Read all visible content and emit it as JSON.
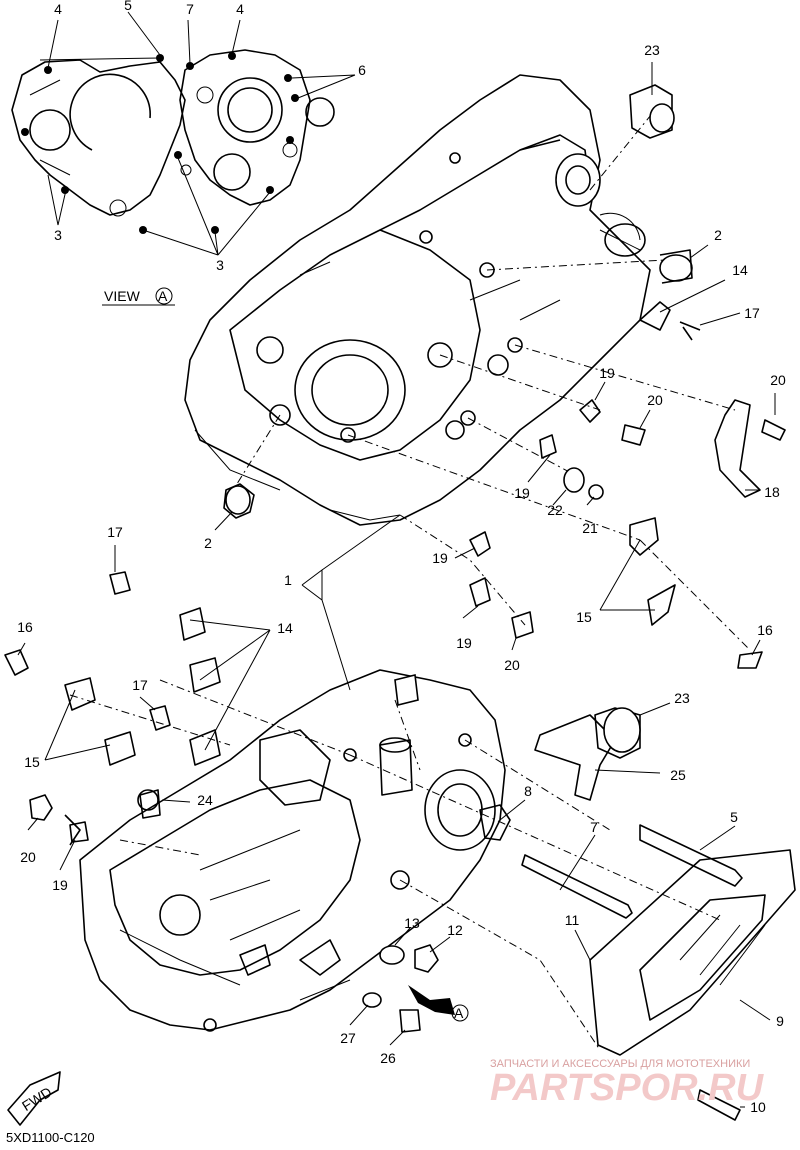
{
  "diagram": {
    "code": "5XD1100-C120",
    "view_label": "VIEW",
    "view_symbol": "A",
    "arrow_symbol": "A",
    "fwd_label": "FWD"
  },
  "callouts": [
    {
      "id": "c-4a",
      "num": "4"
    },
    {
      "id": "c-5top",
      "num": "5"
    },
    {
      "id": "c-7top",
      "num": "7"
    },
    {
      "id": "c-4b",
      "num": "4"
    },
    {
      "id": "c-6",
      "num": "6"
    },
    {
      "id": "c-3a",
      "num": "3"
    },
    {
      "id": "c-3b",
      "num": "3"
    },
    {
      "id": "c-23a",
      "num": "23"
    },
    {
      "id": "c-2a",
      "num": "2"
    },
    {
      "id": "c-14a",
      "num": "14"
    },
    {
      "id": "c-17a",
      "num": "17"
    },
    {
      "id": "c-20a",
      "num": "20"
    },
    {
      "id": "c-19a",
      "num": "19"
    },
    {
      "id": "c-20b",
      "num": "20"
    },
    {
      "id": "c-19b",
      "num": "19"
    },
    {
      "id": "c-18",
      "num": "18"
    },
    {
      "id": "c-22",
      "num": "22"
    },
    {
      "id": "c-21",
      "num": "21"
    },
    {
      "id": "c-2b",
      "num": "2"
    },
    {
      "id": "c-19c",
      "num": "19"
    },
    {
      "id": "c-19d",
      "num": "19"
    },
    {
      "id": "c-20c",
      "num": "20"
    },
    {
      "id": "c-15a",
      "num": "15"
    },
    {
      "id": "c-16a",
      "num": "16"
    },
    {
      "id": "c-1",
      "num": "1"
    },
    {
      "id": "c-17b",
      "num": "17"
    },
    {
      "id": "c-14b",
      "num": "14"
    },
    {
      "id": "c-16b",
      "num": "16"
    },
    {
      "id": "c-17c",
      "num": "17"
    },
    {
      "id": "c-15b",
      "num": "15"
    },
    {
      "id": "c-23b",
      "num": "23"
    },
    {
      "id": "c-25",
      "num": "25"
    },
    {
      "id": "c-24",
      "num": "24"
    },
    {
      "id": "c-8",
      "num": "8"
    },
    {
      "id": "c-5",
      "num": "5"
    },
    {
      "id": "c-20d",
      "num": "20"
    },
    {
      "id": "c-19e",
      "num": "19"
    },
    {
      "id": "c-7",
      "num": "7"
    },
    {
      "id": "c-13",
      "num": "13"
    },
    {
      "id": "c-12",
      "num": "12"
    },
    {
      "id": "c-11",
      "num": "11"
    },
    {
      "id": "c-9",
      "num": "9"
    },
    {
      "id": "c-27",
      "num": "27"
    },
    {
      "id": "c-26",
      "num": "26"
    },
    {
      "id": "c-10",
      "num": "10"
    }
  ],
  "watermark": {
    "line1": "ЗАПЧАСТИ И АКСЕССУАРЫ ДЛЯ МОТОТЕХНИКИ",
    "line2": "PARTSPOR.RU"
  }
}
